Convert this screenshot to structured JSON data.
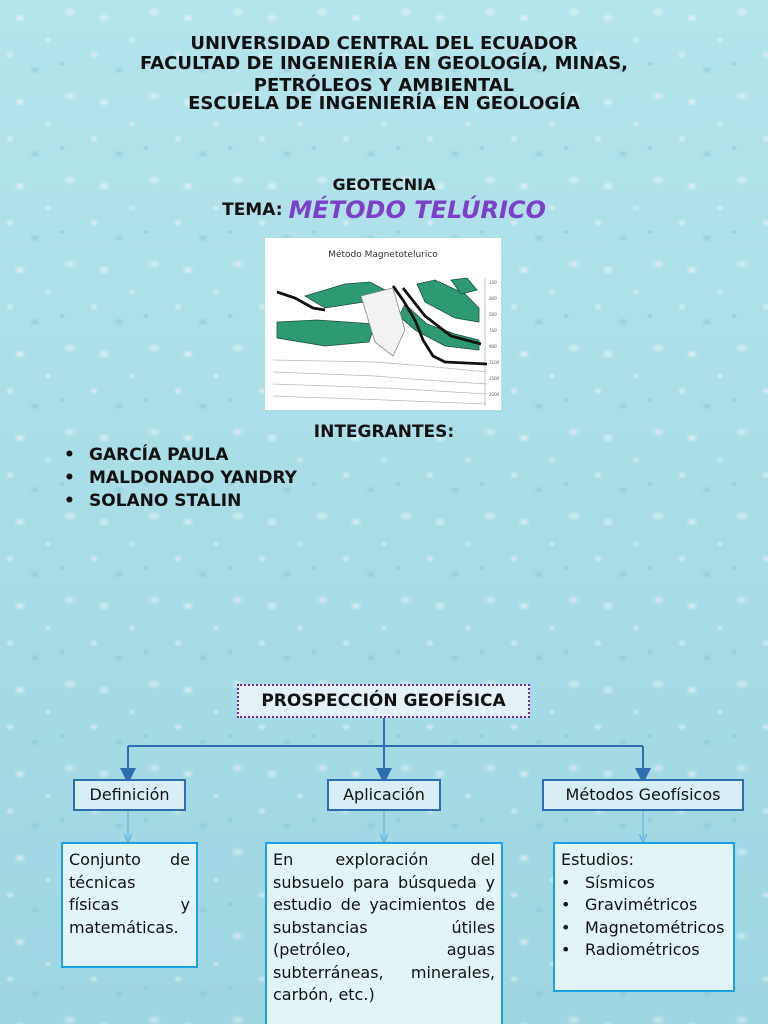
{
  "header": {
    "university": "UNIVERSIDAD CENTRAL DEL ECUADOR",
    "faculty_line1": "FACULTAD DE INGENIERÍA EN GEOLOGÍA, MINAS,",
    "faculty_line2": "PETRÓLEOS Y AMBIENTAL",
    "school": "ESCUELA DE INGENIERÍA EN GEOLOGÍA"
  },
  "course": "GEOTECNIA",
  "tema": {
    "label": "TEMA:",
    "value": "MÉTODO TELÚRICO"
  },
  "figure": {
    "title": "Método Magnetotelurico"
  },
  "integrantes": {
    "title": "INTEGRANTES:",
    "members": [
      "GARCÍA PAULA",
      "MALDONADO YANDRY",
      "SOLANO STALIN"
    ]
  },
  "mindmap": {
    "root": "PROSPECCIÓN GEOFÍSICA",
    "definicion": {
      "label": "Definición",
      "text": "Conjunto de técnicas físicas y matemáticas."
    },
    "aplicacion": {
      "label": "Aplicación",
      "text": "En exploración del subsuelo para búsqueda y estudio de yacimientos de substancias útiles (petróleo, aguas subterráneas, minerales, carbón, etc.)"
    },
    "metodos": {
      "label": "Métodos Geofísicos",
      "intro": "Estudios:",
      "items": [
        "Sísmicos",
        "Gravimétricos",
        "Magnetométricos",
        "Radiométricos"
      ]
    }
  },
  "colors": {
    "background": "#a9dde6",
    "tema_accent": "#7b3fc9",
    "box_border": "#2f6db1",
    "content_border": "#1ba0e0",
    "root_border": "#6a2aa8",
    "figure_fill": "#2e9a72"
  }
}
